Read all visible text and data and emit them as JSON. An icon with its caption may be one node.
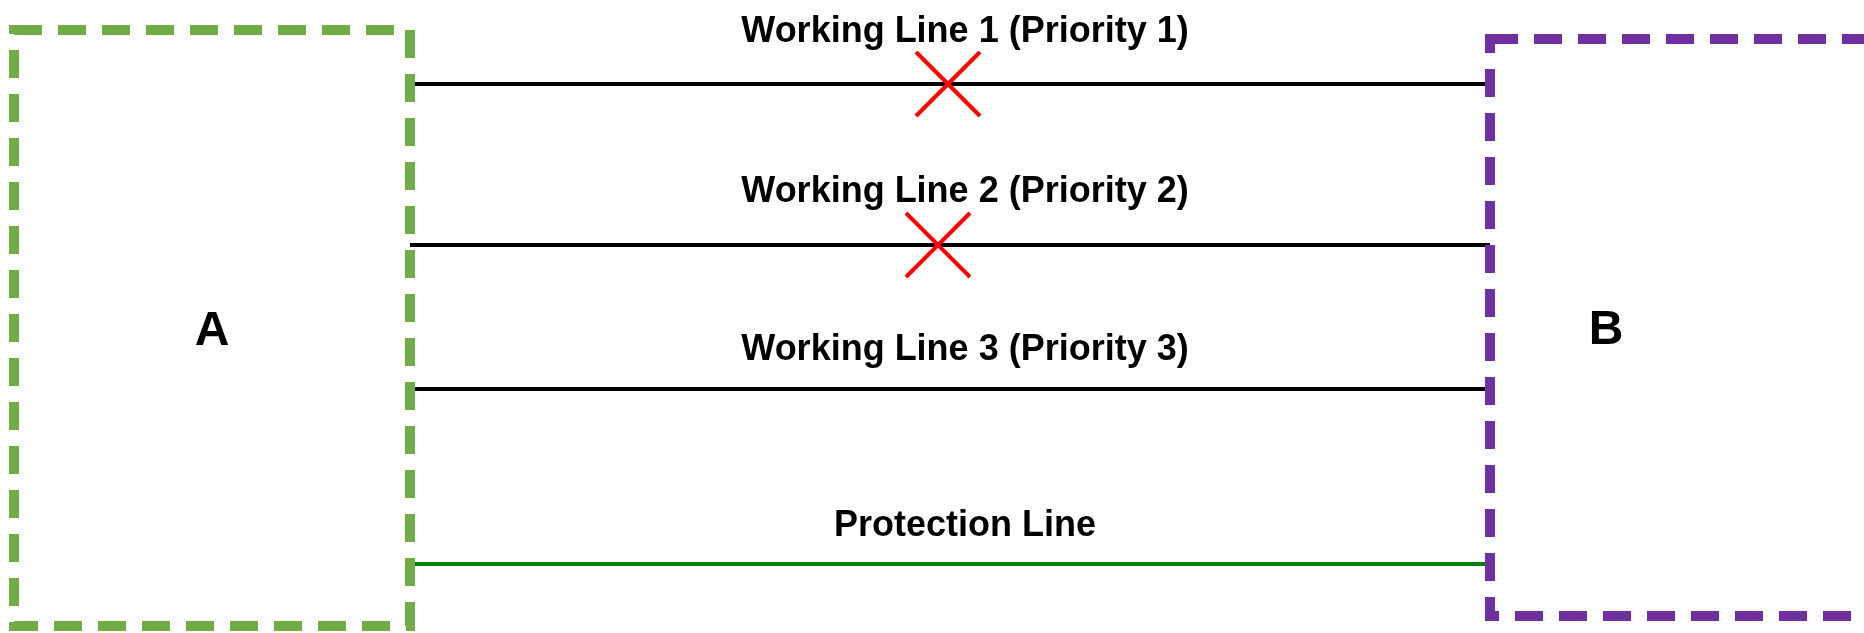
{
  "diagram": {
    "nodes": [
      {
        "text": [
          "A"
        ]
      },
      {
        "text": [
          "B"
        ]
      }
    ],
    "edges": [
      {
        "from": 0,
        "to": 1,
        "arrow": "none",
        "label": "Working Line 1 (Priority 1)"
      },
      {
        "from": 0,
        "to": 1,
        "arrow": "none",
        "label": "Working Line 2 (Priority 2)"
      },
      {
        "from": 0,
        "to": 1,
        "arrow": "none",
        "label": "Working Line 3 (Priority 3)"
      },
      {
        "from": 0,
        "to": 1,
        "arrow": "none",
        "label": "Protection Line",
        "color": "#008000"
      }
    ]
  }
}
